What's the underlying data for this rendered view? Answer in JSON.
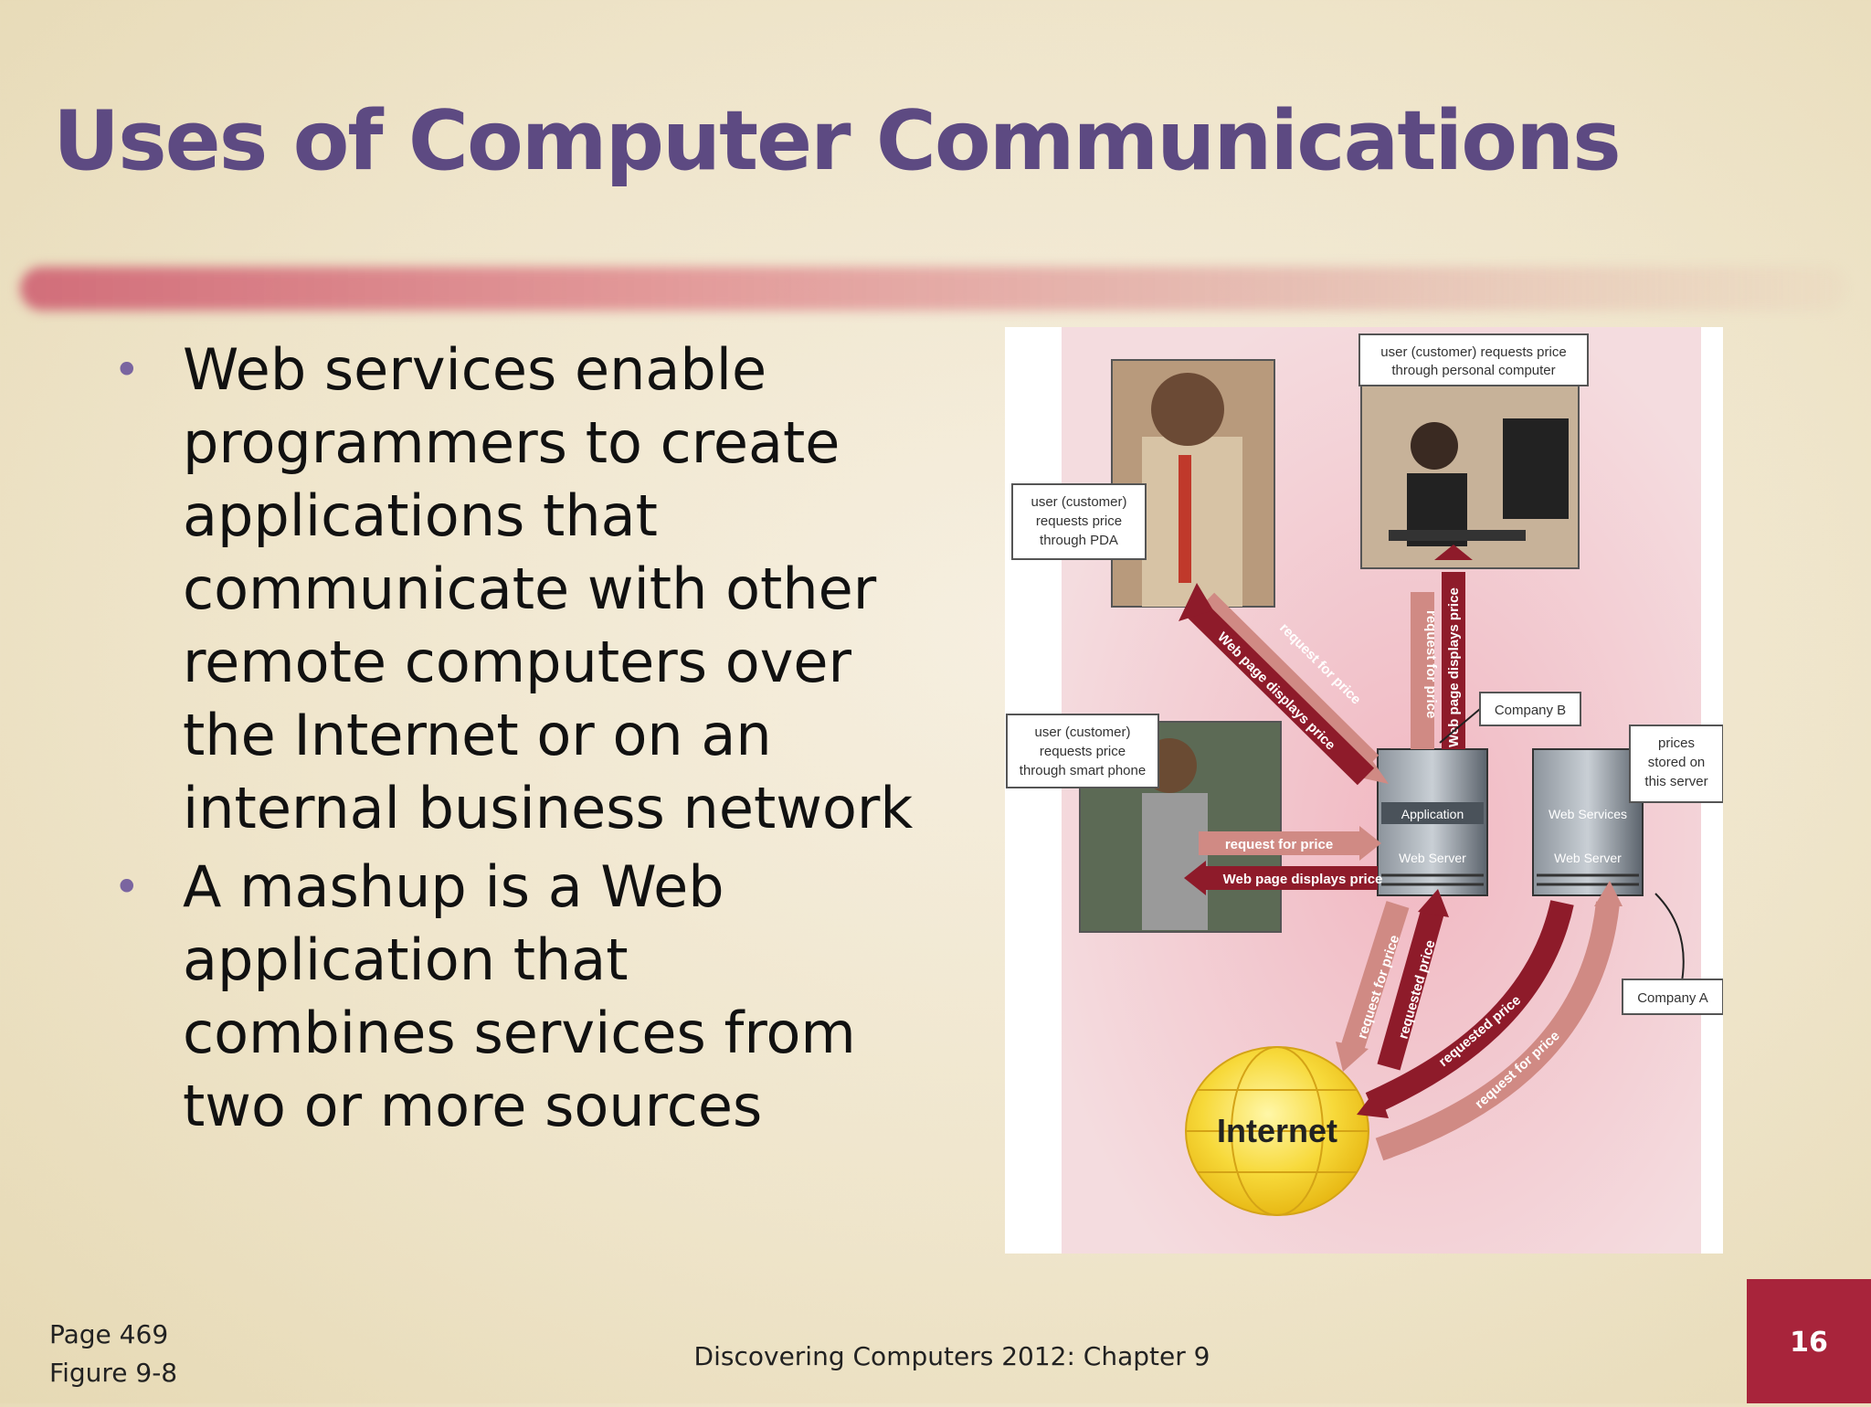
{
  "slide": {
    "title": "Uses of Computer Communications",
    "bullets": [
      "Web services enable programmers to create applications that communicate with other remote computers over the Internet or on an internal business network",
      "A mashup is a Web application that combines services from two or more sources"
    ],
    "footer_page": "Page 469",
    "footer_figure": "Figure 9-8",
    "footer_center": "Discovering Computers 2012: Chapter 9",
    "slide_number": "16"
  },
  "figure": {
    "pc_label": [
      "user (customer) requests price",
      "through personal computer"
    ],
    "pda_label": [
      "user (customer)",
      "requests price",
      "through PDA"
    ],
    "phone_label": [
      "user (customer)",
      "requests price",
      "through smart phone"
    ],
    "company_b": "Company B",
    "company_a": "Company A",
    "prices_label": [
      "prices",
      "stored on",
      "this server"
    ],
    "server_b_top": "Application",
    "server_b_bottom": "Web Server",
    "server_a_top": "Web Services",
    "server_a_bottom": "Web Server",
    "internet": "Internet",
    "arrow_request": "request for price",
    "arrow_displays": "Web page displays price",
    "arrow_requested": "requested price"
  },
  "colors": {
    "title": "#5d4a82",
    "accent": "#a8243b",
    "arrow_dark": "#8e1b2a",
    "arrow_light": "#d08a84"
  }
}
